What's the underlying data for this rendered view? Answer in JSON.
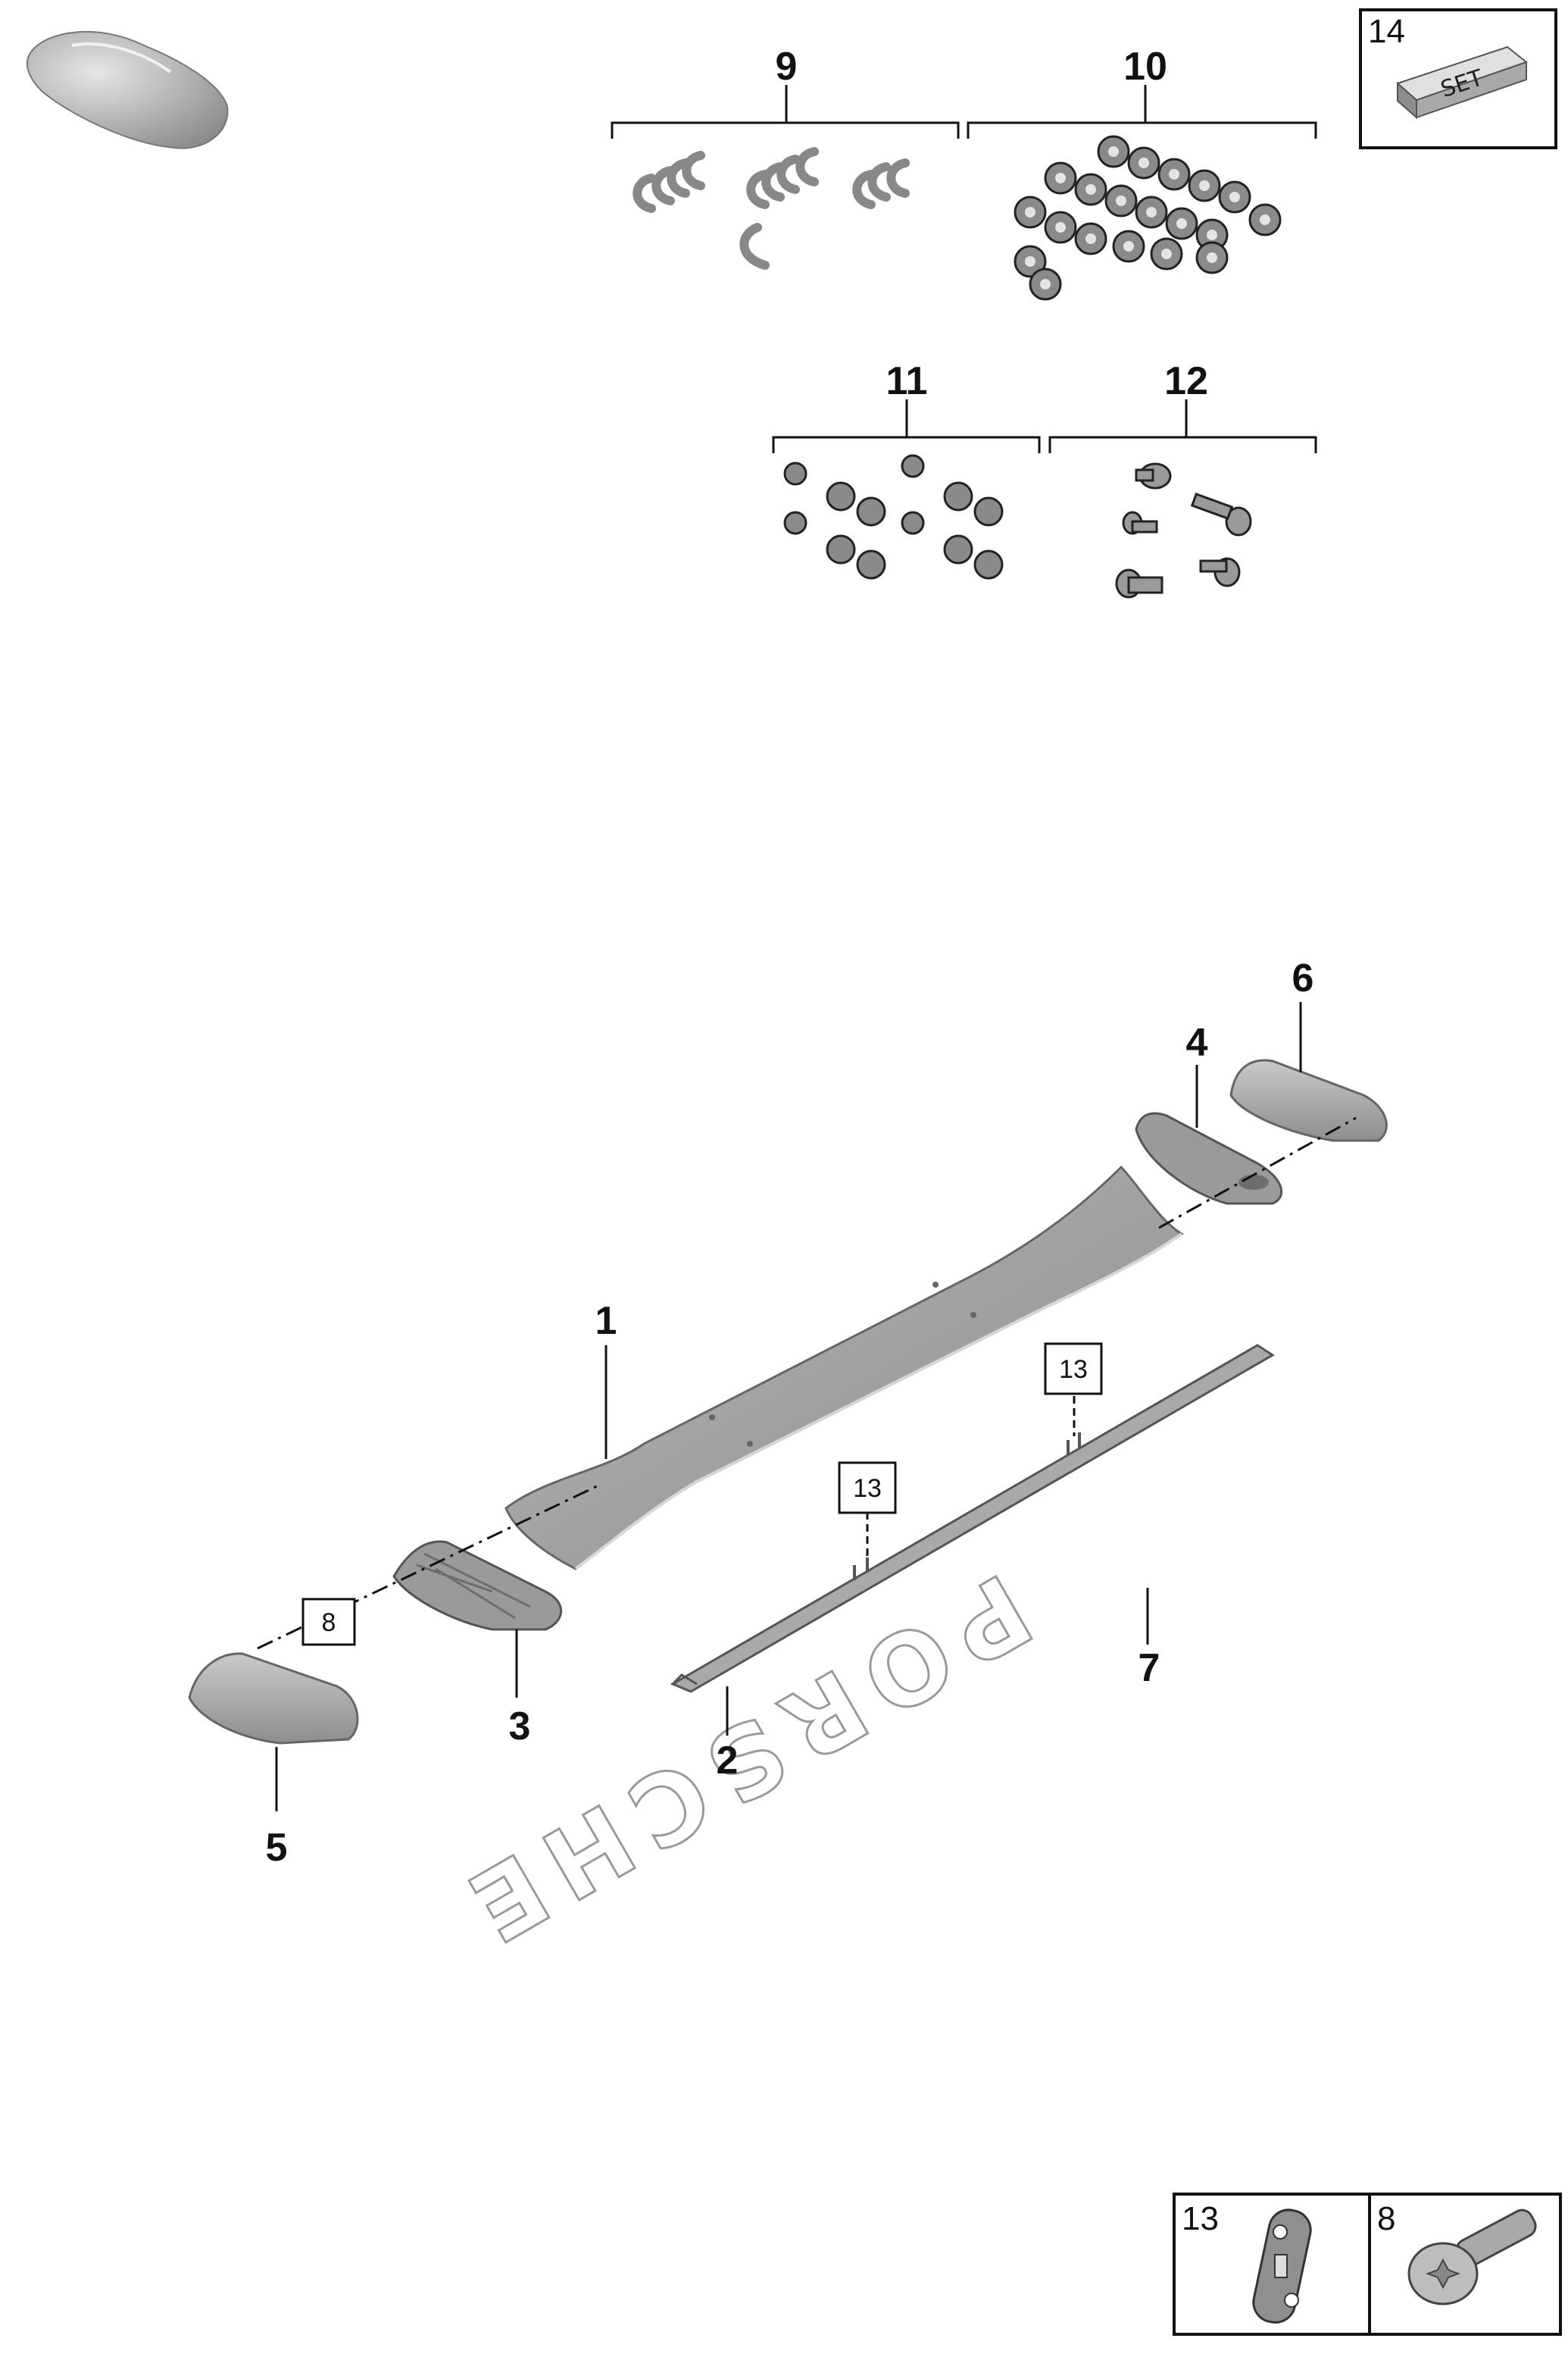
{
  "callouts": {
    "c1": "1",
    "c2": "2",
    "c3": "3",
    "c4": "4",
    "c5": "5",
    "c6": "6",
    "c7": "7",
    "c9": "9",
    "c10": "10",
    "c11": "11",
    "c12": "12"
  },
  "ref_boxes": {
    "b8": "8",
    "b13a": "13",
    "b13b": "13"
  },
  "set_box": {
    "number": "14",
    "label": "SET"
  },
  "legend": {
    "item_a": "13",
    "item_b": "8"
  },
  "emblem": {
    "text": "PORSCHE"
  },
  "colors": {
    "part_fill": "#a9a9a9",
    "part_dark": "#7a7a7a",
    "line": "#111111"
  }
}
